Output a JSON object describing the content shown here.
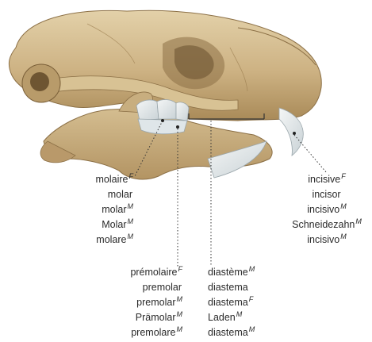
{
  "figure": {
    "subject_icon": "rodent-skull-illustration",
    "colors": {
      "bone_light": "#d9c49a",
      "bone_mid": "#c2a672",
      "bone_dark": "#8c7046",
      "shadow": "#6e5532",
      "tooth": "#e9eef0",
      "leader": "#333333"
    }
  },
  "labels": {
    "molar": {
      "terms": [
        {
          "word": "molaire",
          "gender": "F"
        },
        {
          "word": "molar",
          "gender": ""
        },
        {
          "word": "molar",
          "gender": "M"
        },
        {
          "word": "Molar",
          "gender": "M"
        },
        {
          "word": "molare",
          "gender": "M"
        }
      ]
    },
    "premolar": {
      "terms": [
        {
          "word": "prémolaire",
          "gender": "F"
        },
        {
          "word": "premolar",
          "gender": ""
        },
        {
          "word": "premolar",
          "gender": "M"
        },
        {
          "word": "Prämolar",
          "gender": "M"
        },
        {
          "word": "premolare",
          "gender": "M"
        }
      ]
    },
    "diastema": {
      "terms": [
        {
          "word": "diastème",
          "gender": "M"
        },
        {
          "word": "diastema",
          "gender": ""
        },
        {
          "word": "diastema",
          "gender": "F"
        },
        {
          "word": "Laden",
          "gender": "M"
        },
        {
          "word": "diastema",
          "gender": "M"
        }
      ]
    },
    "incisor": {
      "terms": [
        {
          "word": "incisive",
          "gender": "F"
        },
        {
          "word": "incisor",
          "gender": ""
        },
        {
          "word": "incisivo",
          "gender": "M"
        },
        {
          "word": "Schneidezahn",
          "gender": "M"
        },
        {
          "word": "incisivo",
          "gender": "M"
        }
      ]
    }
  }
}
